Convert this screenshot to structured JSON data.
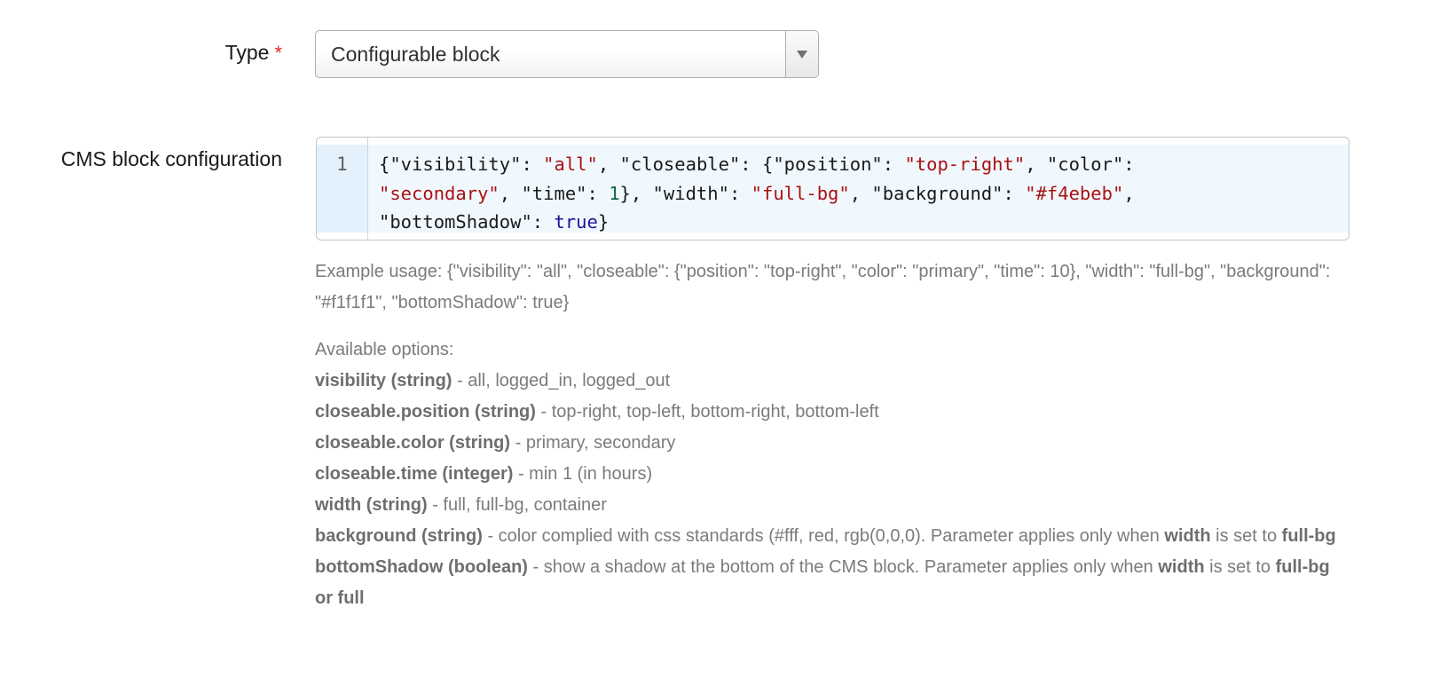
{
  "form": {
    "type_field": {
      "label": "Type",
      "required_marker": "*",
      "selected_value": "Configurable block"
    },
    "cms_config_field": {
      "label": "CMS block configuration",
      "line_number": "1",
      "code_tokens": {
        "t1": "{\"visibility\": ",
        "t2": "\"all\"",
        "t3": ", \"closeable\": {\"position\": ",
        "t4": "\"top-right\"",
        "t5": ", \"color\":",
        "t6": "\"secondary\"",
        "t7": ", \"time\": ",
        "t8": "1",
        "t9": "}, \"width\": ",
        "t10": "\"full-bg\"",
        "t11": ", \"background\": ",
        "t12": "\"#f4ebeb\"",
        "t13": ",",
        "t14": "\"bottomShadow\": ",
        "t15": "true",
        "t16": "}"
      },
      "value": "{\"visibility\": \"all\", \"closeable\": {\"position\": \"top-right\", \"color\": \"secondary\", \"time\": 1}, \"width\": \"full-bg\", \"background\": \"#f4ebeb\", \"bottomShadow\": true}"
    },
    "help": {
      "example": "Example usage: {\"visibility\": \"all\", \"closeable\": {\"position\": \"top-right\", \"color\": \"primary\", \"time\": 10}, \"width\": \"full-bg\", \"background\": \"#f1f1f1\", \"bottomShadow\": true}",
      "options_title": "Available options:",
      "options": [
        {
          "name": "visibility (string)",
          "desc": " - all, logged_in, logged_out"
        },
        {
          "name": "closeable.position (string)",
          "desc": " - top-right, top-left, bottom-right, bottom-left"
        },
        {
          "name": "closeable.color (string)",
          "desc": " - primary, secondary"
        },
        {
          "name": "closeable.time (integer)",
          "desc": " - min 1 (in hours)"
        },
        {
          "name": "width (string)",
          "desc": " - full, full-bg, container"
        },
        {
          "name": "background (string)",
          "desc": " - color complied with css standards (#fff, red, rgb(0,0,0). Parameter applies only when ",
          "bold2": "width",
          "desc2": " is set to ",
          "bold3": "full-bg",
          "desc3": ""
        },
        {
          "name": "bottomShadow (boolean)",
          "desc": " - show a shadow at the bottom of the CMS block. Parameter applies only when ",
          "bold2": "width",
          "desc2": " is set to ",
          "bold3": "full-bg or full",
          "desc3": ""
        }
      ]
    }
  },
  "colors": {
    "required": "#e02b27",
    "code_string": "#aa1111",
    "code_number": "#116644",
    "code_atom": "#221199",
    "editor_bg": "#f0f8fe",
    "gutter_bg": "#e3f1fd",
    "help_text": "#7b7b7b"
  }
}
